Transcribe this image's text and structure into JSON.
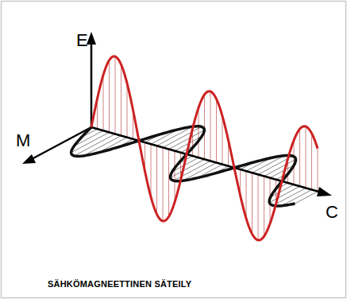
{
  "diagram": {
    "caption": "SÄHKÖMAGNEETTINEN SÄTEILY",
    "labels": [
      "E",
      "M",
      "C"
    ]
  }
}
